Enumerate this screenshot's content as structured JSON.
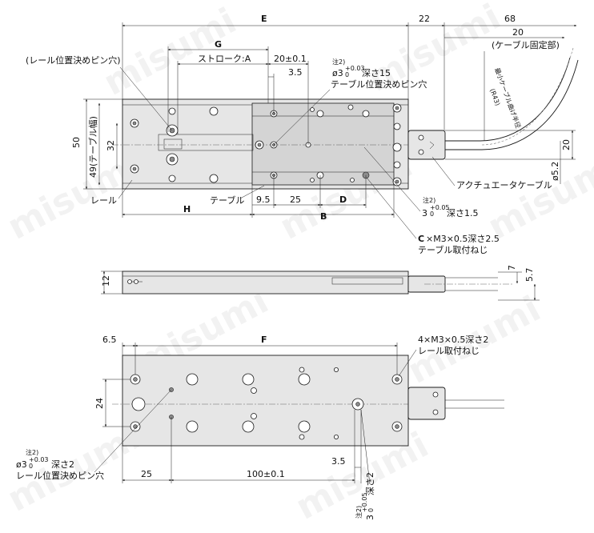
{
  "watermark": "misumi",
  "top_view": {
    "dims": {
      "E": "E",
      "G": "G",
      "A_stroke": "ストローク:A",
      "tol20": "20±0.1",
      "d3_5": "3.5",
      "d22": "22",
      "d68": "68",
      "d20_cable": "20",
      "cable_fixed": "(ケーブル固定部)",
      "d50": "50",
      "d49": "49(テーブル幅)",
      "d32": "32",
      "d20_right": "20",
      "d5_2": "ø5.2",
      "H": "H",
      "d9_5": "9.5",
      "d25": "25",
      "D": "D",
      "B": "B",
      "min_bend": "最小ケーブル曲げ半径",
      "r43": "(R43)"
    },
    "notes": {
      "rail_pin_hole": "(レール位置決めピン穴)",
      "table_pin_note_tag": "注2)",
      "table_pin_dia": "ø3",
      "table_pin_tol": "+0.03",
      "table_pin_tol0": "0",
      "table_pin_depth": "深さ15",
      "table_pin_label": "テーブル位置決めピン穴",
      "rail": "レール",
      "table": "テーブル",
      "actuator_cable": "アクチュエータケーブル",
      "pin2_note_tag": "注2)",
      "pin2_dia": "3",
      "pin2_tol": "+0.05",
      "pin2_tol0": "0",
      "pin2_depth": "深さ1.5",
      "screw_C_prefix": "C",
      "screw_C": "×M3×0.5深さ2.5",
      "screw_C_label": "テーブル取付ねじ"
    }
  },
  "side_view": {
    "dims": {
      "d12": "12",
      "d7": "7",
      "d5_7": "5.7"
    }
  },
  "bottom_view": {
    "dims": {
      "d6_5": "6.5",
      "F": "F",
      "d24": "24",
      "d25": "25",
      "d100": "100±0.1",
      "d3_5": "3.5"
    },
    "notes": {
      "rail_screw": "4×M3×0.5深さ2",
      "rail_screw_label": "レール取付ねじ",
      "pin_note_tag": "注2)",
      "pin_dia": "ø3",
      "pin_tol": "+0.03",
      "pin_tol0": "0",
      "pin_depth": "深さ2",
      "pin_label": "レール位置決めピン穴",
      "slot_note_tag": "注2)",
      "slot_dia": "3",
      "slot_tol": "+0.05",
      "slot_tol0": "0",
      "slot_depth": "深さ2"
    }
  }
}
